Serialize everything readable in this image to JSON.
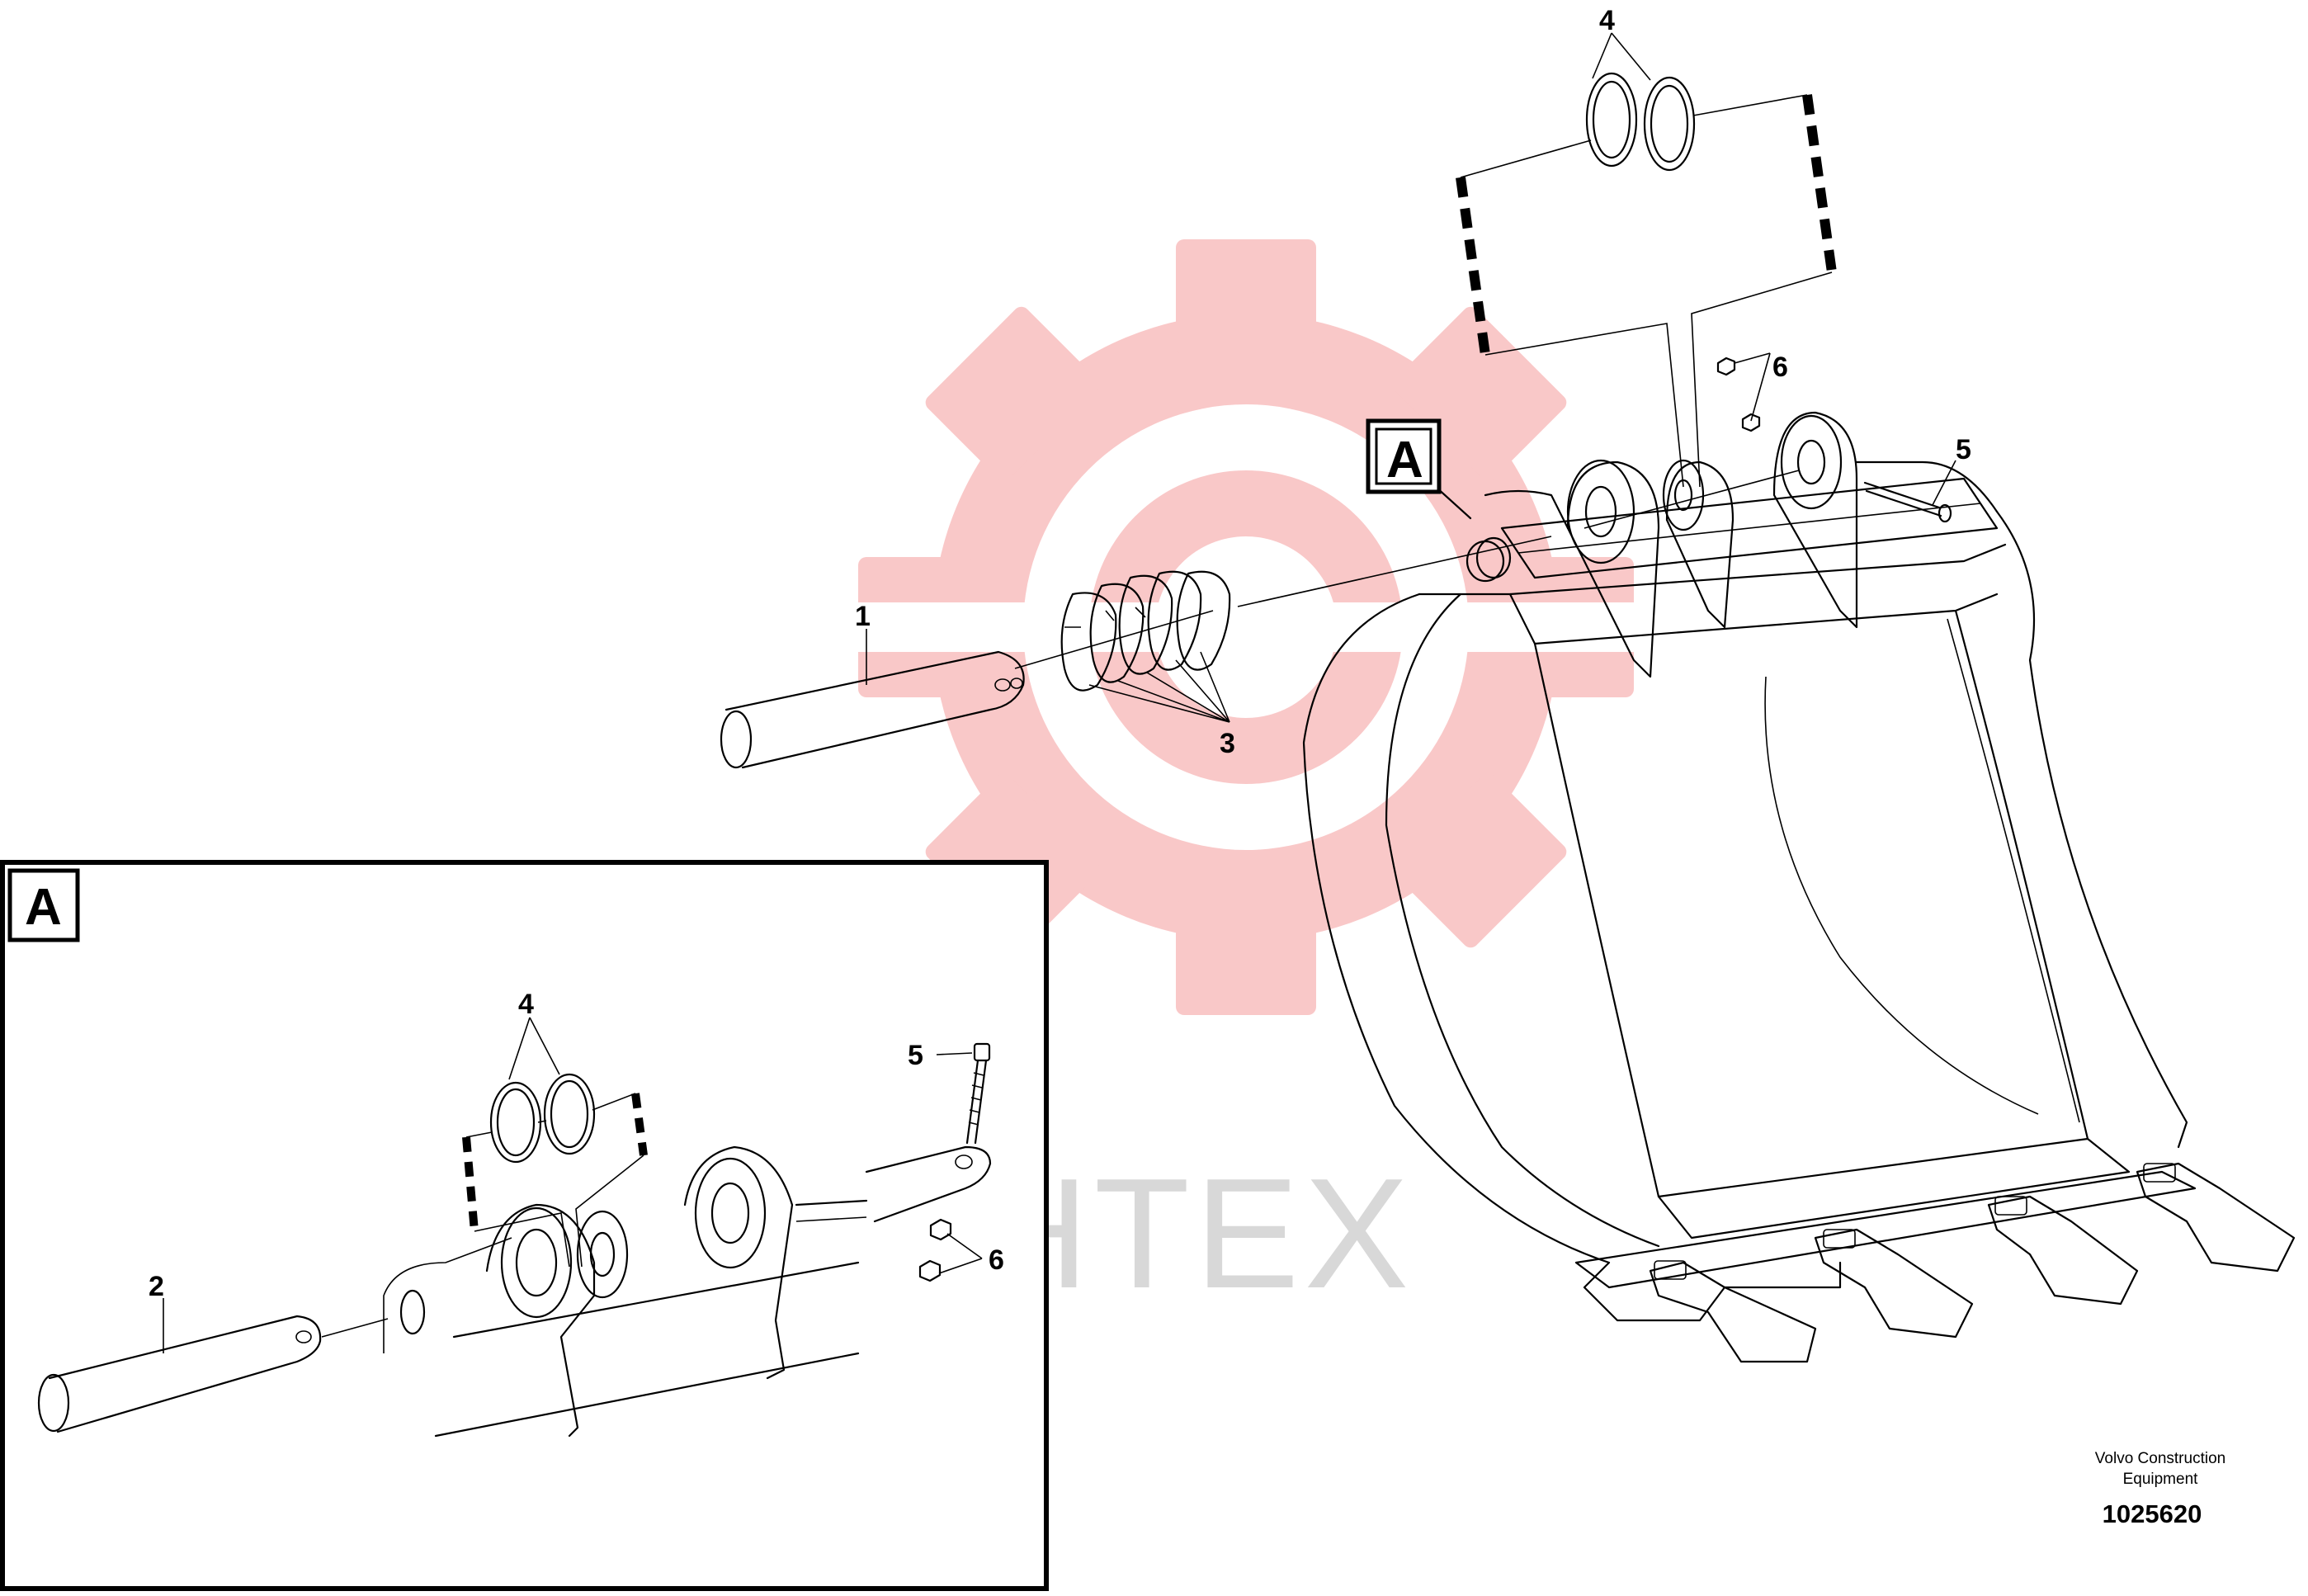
{
  "watermark": {
    "text": "ИНТЕХ",
    "color": "#f3a5a5"
  },
  "callouts": {
    "main": {
      "n1": "1",
      "n3": "3",
      "n4": "4",
      "n5": "5",
      "n6": "6"
    },
    "detail": {
      "n2": "2",
      "n4": "4",
      "n5": "5",
      "n6": "6"
    }
  },
  "detail_ref": {
    "marker": "A",
    "box_label": "A"
  },
  "footer": {
    "brand_line1": "Volvo Construction",
    "brand_line2": "Equipment",
    "part_number": "1025620"
  }
}
